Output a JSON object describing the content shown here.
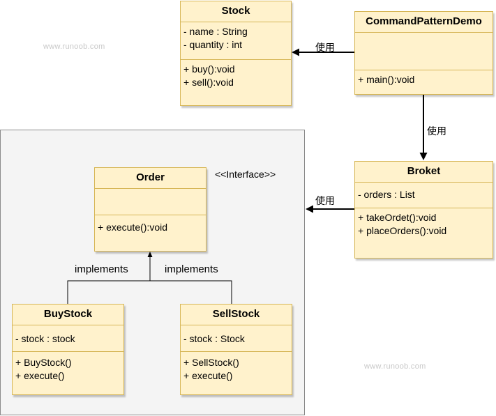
{
  "watermarks": [
    "www.runoob.com",
    "www.runoob.com"
  ],
  "interface_label": "<<Interface>>",
  "edge_labels": {
    "demo_to_stock": "使用",
    "demo_to_broket": "使用",
    "broket_to_group": "使用",
    "buy_implements": "implements",
    "sell_implements": "implements"
  },
  "classes": {
    "stock": {
      "name": "Stock",
      "attributes": [
        "- name : String",
        "- quantity : int"
      ],
      "methods": [
        "+ buy():void",
        "+ sell():void"
      ]
    },
    "demo": {
      "name": "CommandPatternDemo",
      "attributes": [],
      "methods": [
        "+ main():void"
      ]
    },
    "broket": {
      "name": "Broket",
      "attributes": [
        "- orders : List"
      ],
      "methods": [
        "+ takeOrdet():void",
        "+ placeOrders():void"
      ]
    },
    "order": {
      "name": "Order",
      "attributes": [],
      "methods": [
        "+ execute():void"
      ]
    },
    "buystock": {
      "name": "BuyStock",
      "attributes": [
        "- stock : stock"
      ],
      "methods": [
        "+ BuyStock()",
        "+ execute()"
      ]
    },
    "sellstock": {
      "name": "SellStock",
      "attributes": [
        "- stock : Stock"
      ],
      "methods": [
        "+ SellStock()",
        "+ execute()"
      ]
    }
  }
}
